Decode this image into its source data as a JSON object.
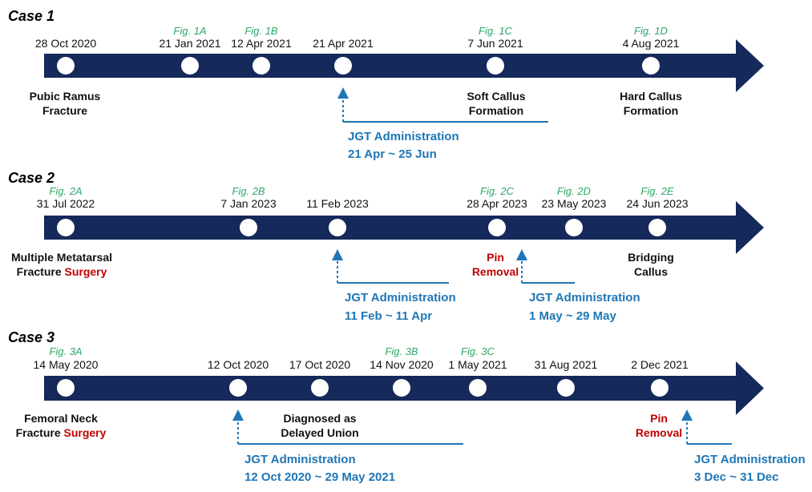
{
  "colors": {
    "arrow": "#15295a",
    "dot": "#ffffff",
    "fig": "#2ea869",
    "jgt": "#1f76b5",
    "red": "#c00000"
  },
  "cases": [
    {
      "title": "Case 1",
      "events": [
        {
          "date": "28 Oct 2020",
          "fig": ""
        },
        {
          "date": "21 Jan 2021",
          "fig": "Fig. 1A"
        },
        {
          "date": "12 Apr 2021",
          "fig": "Fig. 1B"
        },
        {
          "date": "21 Apr 2021",
          "fig": ""
        },
        {
          "date": "7 Jun 2021",
          "fig": "Fig. 1C"
        },
        {
          "date": "4 Aug 2021",
          "fig": "Fig. 1D"
        }
      ],
      "labels": [
        {
          "lines": [
            "Pubic Ramus",
            "Fracture"
          ]
        },
        {
          "lines": [
            "Soft Callus",
            "Formation"
          ]
        },
        {
          "lines": [
            "Hard Callus",
            "Formation"
          ]
        }
      ],
      "jgt": [
        {
          "title": "JGT Administration",
          "range": "21 Apr ~ 25 Jun"
        }
      ]
    },
    {
      "title": "Case 2",
      "events": [
        {
          "date": "31 Jul 2022",
          "fig": "Fig. 2A"
        },
        {
          "date": "7 Jan 2023",
          "fig": "Fig. 2B"
        },
        {
          "date": "11 Feb 2023",
          "fig": ""
        },
        {
          "date": "28 Apr 2023",
          "fig": "Fig. 2C"
        },
        {
          "date": "23 May 2023",
          "fig": "Fig. 2D"
        },
        {
          "date": "24 Jun 2023",
          "fig": "Fig. 2E"
        }
      ],
      "labels": [
        {
          "lines": [
            "Multiple Metatarsal",
            "Fracture"
          ],
          "red": "Surgery"
        },
        {
          "lines": [
            "Pin",
            "Removal"
          ],
          "is_red": true
        },
        {
          "lines": [
            "Bridging",
            "Callus"
          ]
        }
      ],
      "jgt": [
        {
          "title": "JGT Administration",
          "range": "11 Feb ~ 11 Apr"
        },
        {
          "title": "JGT Administration",
          "range": "1 May ~ 29 May"
        }
      ]
    },
    {
      "title": "Case 3",
      "events": [
        {
          "date": "14 May 2020",
          "fig": "Fig. 3A"
        },
        {
          "date": "12 Oct 2020",
          "fig": ""
        },
        {
          "date": "17 Oct 2020",
          "fig": ""
        },
        {
          "date": "14 Nov 2020",
          "fig": "Fig. 3B"
        },
        {
          "date": "1 May 2021",
          "fig": "Fig. 3C"
        },
        {
          "date": "31 Aug 2021",
          "fig": ""
        },
        {
          "date": "2 Dec 2021",
          "fig": ""
        }
      ],
      "labels": [
        {
          "lines": [
            "Femoral Neck",
            "Fracture"
          ],
          "red": "Surgery"
        },
        {
          "lines": [
            "Diagnosed as",
            "Delayed Union"
          ]
        },
        {
          "lines": [
            "Pin",
            "Removal"
          ],
          "is_red": true
        }
      ],
      "jgt": [
        {
          "title": "JGT Administration",
          "range": "12 Oct 2020 ~ 29 May 2021"
        },
        {
          "title": "JGT Administration",
          "range": "3 Dec ~ 31 Dec"
        }
      ]
    }
  ]
}
